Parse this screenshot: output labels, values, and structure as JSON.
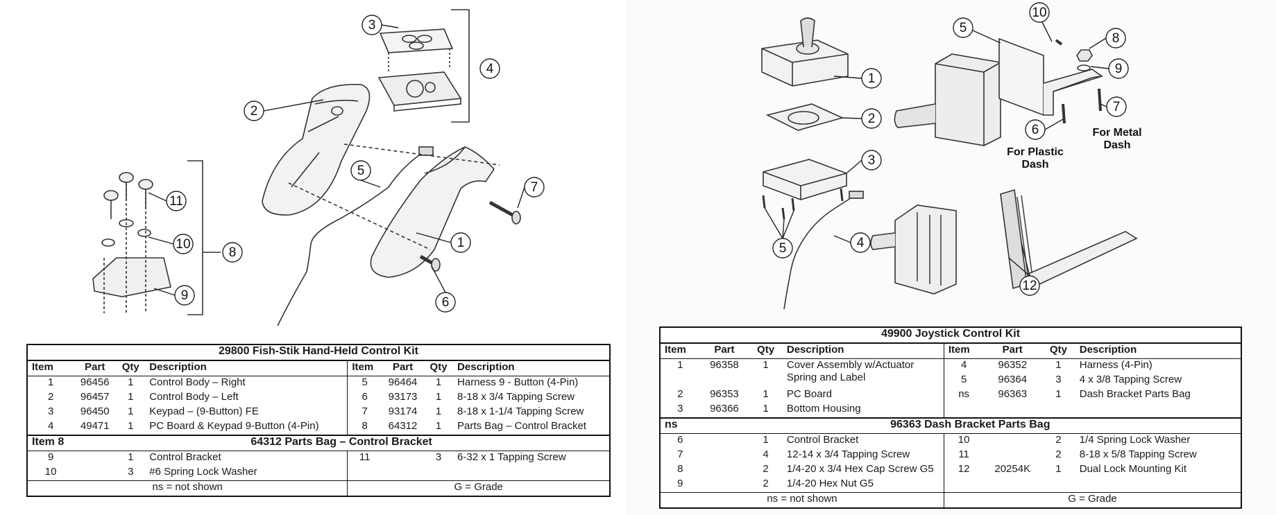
{
  "left": {
    "callouts": [
      "1",
      "2",
      "3",
      "4",
      "5",
      "6",
      "7",
      "8",
      "9",
      "10",
      "11"
    ],
    "table": {
      "title": "29800  Fish-Stik Hand-Held Control Kit",
      "headers": [
        "Item",
        "Part",
        "Qty",
        "Description",
        "Item",
        "Part",
        "Qty",
        "Description"
      ],
      "rows": [
        [
          "1",
          "96456",
          "1",
          "Control Body – Right",
          "5",
          "96464",
          "1",
          "Harness 9 - Button (4-Pin)"
        ],
        [
          "2",
          "96457",
          "1",
          "Control Body – Left",
          "6",
          "93173",
          "1",
          "8-18 x 3/4 Tapping Screw"
        ],
        [
          "3",
          "96450",
          "1",
          "Keypad – (9-Button) FE",
          "7",
          "93174",
          "1",
          "8-18 x 1-1/4 Tapping Screw"
        ],
        [
          "4",
          "49471",
          "1",
          "PC Board & Keypad 9-Button (4-Pin)",
          "8",
          "64312",
          "1",
          "Parts Bag – Control Bracket"
        ]
      ],
      "sub_item": "Item 8",
      "sub_title": "64312  Parts Bag – Control Bracket",
      "sub_rows": [
        [
          "9",
          "",
          "1",
          "Control Bracket",
          "11",
          "",
          "3",
          "6-32 x 1 Tapping Screw"
        ],
        [
          "10",
          "",
          "3",
          "#6 Spring Lock Washer",
          "",
          "",
          "",
          ""
        ]
      ],
      "foot_left": "ns = not shown",
      "foot_right": "G = Grade"
    }
  },
  "right": {
    "callouts": [
      "1",
      "2",
      "3",
      "4",
      "5",
      "5",
      "6",
      "7",
      "8",
      "9",
      "10",
      "12"
    ],
    "labels": {
      "plastic_1": "For Plastic",
      "plastic_2": "Dash",
      "metal_1": "For Metal",
      "metal_2": "Dash"
    },
    "table": {
      "title": "49900  Joystick Control Kit",
      "headers": [
        "Item",
        "Part",
        "Qty",
        "Description",
        "Item",
        "Part",
        "Qty",
        "Description"
      ],
      "rows": [
        [
          "1",
          "96358",
          "1",
          "Cover Assembly w/Actuator Spring and Label",
          "4",
          "96352",
          "1",
          "Harness (4-Pin)"
        ],
        [
          "",
          "",
          "",
          "",
          "5",
          "96364",
          "3",
          "4 x 3/8 Tapping Screw"
        ],
        [
          "2",
          "96353",
          "1",
          "PC Board",
          "ns",
          "96363",
          "1",
          "Dash Bracket Parts Bag"
        ],
        [
          "3",
          "96366",
          "1",
          "Bottom Housing",
          "",
          "",
          "",
          ""
        ]
      ],
      "sub_item": "ns",
      "sub_title": "96363  Dash Bracket Parts Bag",
      "sub_rows": [
        [
          "6",
          "",
          "1",
          "Control Bracket",
          "10",
          "",
          "2",
          "1/4 Spring Lock Washer"
        ],
        [
          "7",
          "",
          "4",
          "12-14 x 3/4 Tapping Screw",
          "11",
          "",
          "2",
          "8-18 x 5/8 Tapping Screw"
        ],
        [
          "8",
          "",
          "2",
          "1/4-20 x 3/4 Hex Cap Screw G5",
          "12",
          "20254K",
          "1",
          "Dual Lock Mounting Kit"
        ],
        [
          "9",
          "",
          "2",
          "1/4-20 Hex Nut G5",
          "",
          "",
          "",
          ""
        ]
      ],
      "foot_left": "ns = not shown",
      "foot_right": "G = Grade"
    }
  }
}
